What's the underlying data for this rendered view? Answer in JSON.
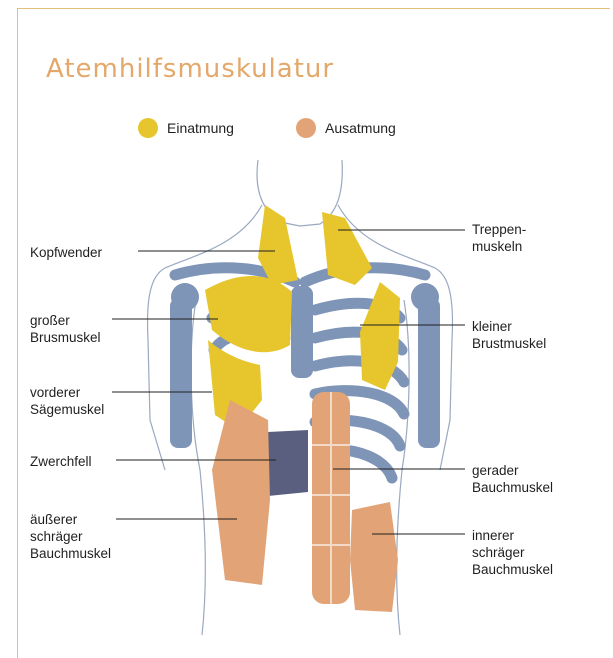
{
  "title": "Atemhilfsmuskulatur",
  "legend": [
    {
      "label": "Einatmung",
      "color": "#e6c62c"
    },
    {
      "label": "Ausatmung",
      "color": "#e2a477"
    }
  ],
  "colors": {
    "skeleton": "#7f95b8",
    "diaphragm": "#5a5f80",
    "outline": "#9aa8c0",
    "frame": "#e2c07a"
  },
  "labels": {
    "kopfwender": "Kopfwender",
    "grosser_brustmuskel": [
      "großer",
      "Brusmuskel"
    ],
    "vorderer_saegemuskel": [
      "vorderer",
      "Sägemuskel"
    ],
    "zwerchfell": "Zwerchfell",
    "aeusserer_schraeger": [
      "äußerer",
      "schräger",
      "Bauchmuskel"
    ],
    "treppenmuskeln": [
      "Treppen-",
      "muskeln"
    ],
    "kleiner_brustmuskel": [
      "kleiner",
      "Brustmuskel"
    ],
    "gerader_bauchmuskel": [
      "gerader",
      "Bauchmuskel"
    ],
    "innerer_schraeger": [
      "innerer",
      "schräger",
      "Bauchmuskel"
    ]
  }
}
